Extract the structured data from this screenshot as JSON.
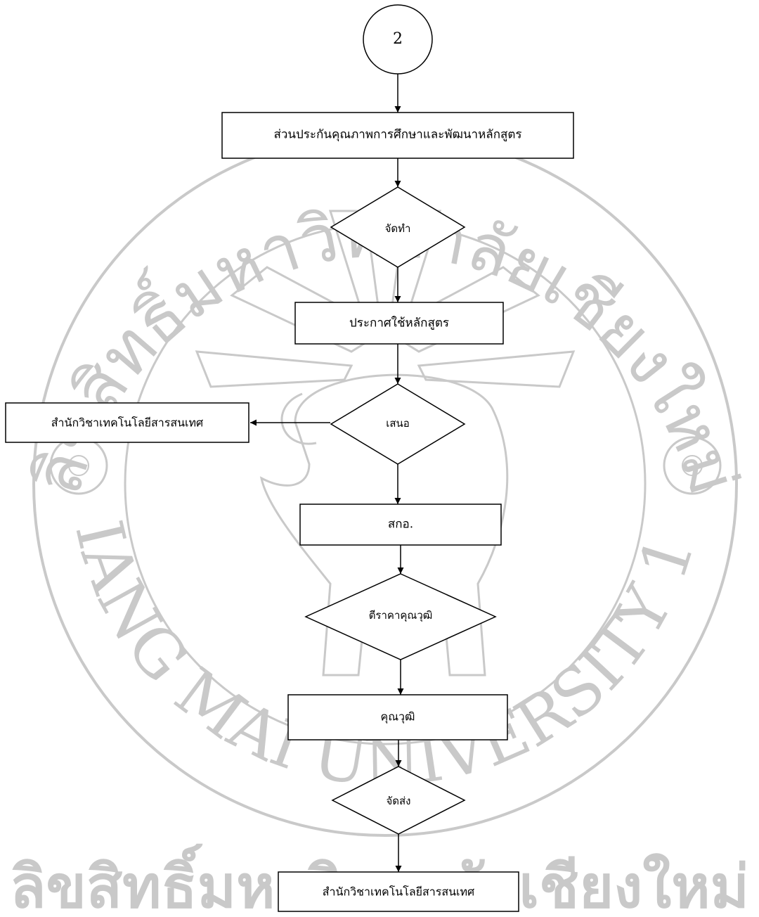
{
  "colors": {
    "line": "#000000",
    "fill": "#ffffff",
    "watermark": "#c9c9c9"
  },
  "watermark": {
    "top_text": "ลิขสิทธิ์มหาวิทยาลัยเชียงใหม่",
    "arc_text": "CHIANG MAI UNIVERSITY 1964",
    "bottom_text": "ลิขสิทธิ์มหาวิทยาลัยเชียงใหม่"
  },
  "flowchart": {
    "connector": "2",
    "step_qa": "ส่วนประกันคุณภาพการศึกษาและพัฒนาหลักสูตร",
    "decision_prepare": "จัดทำ",
    "step_announce": "ประกาศใช้หลักสูตร",
    "decision_propose": "เสนอ",
    "side_office": "สำนักวิชาเทคโนโลยีสารสนเทศ",
    "step_ohec": "สกอ.",
    "decision_evaluate": "ตีราคาคุณวุฒิ",
    "step_qualification": "คุณวุฒิ",
    "decision_send": "จัดส่ง",
    "step_final_office": "สำนักวิชาเทคโนโลยีสารสนเทศ"
  }
}
